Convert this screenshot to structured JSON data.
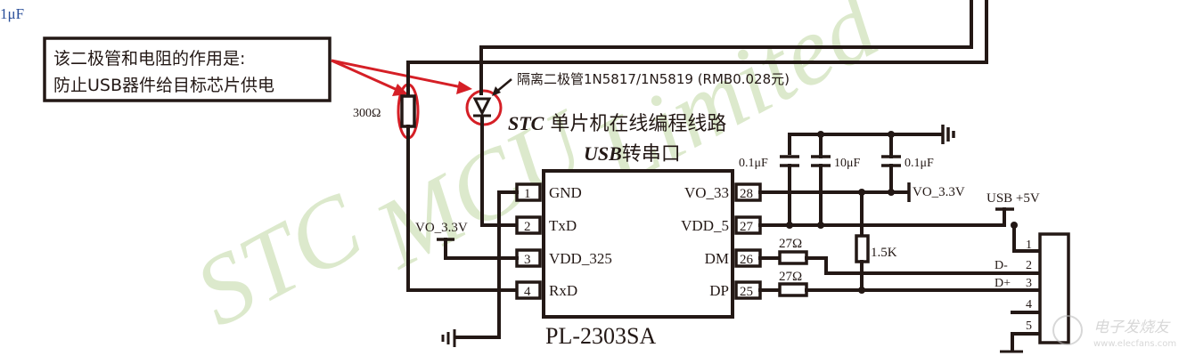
{
  "top_left_fragment": "1μF",
  "watermark": {
    "line1": "STC",
    "line2": "MCU",
    "line3": "Limited"
  },
  "note_box": {
    "line1": "该二极管和电阻的作用是:",
    "line2": "防止USB器件给目标芯片供电"
  },
  "resistor_300": {
    "label": "300Ω"
  },
  "diode": {
    "label": "隔离二极管1N5817/1N5819 (RMB0.028元)"
  },
  "title": {
    "line1_bold": "STC",
    "line1_rest": " 单片机在线编程线路",
    "line2_bold": "USB",
    "line2_rest": "转串口"
  },
  "chip": {
    "name": "PL-2303SA",
    "left_pins": [
      {
        "num": "1",
        "name": "GND"
      },
      {
        "num": "2",
        "name": "TxD"
      },
      {
        "num": "3",
        "name": "VDD_325"
      },
      {
        "num": "4",
        "name": "RxD"
      }
    ],
    "right_pins": [
      {
        "num": "28",
        "name": "VO_33"
      },
      {
        "num": "27",
        "name": "VDD_5"
      },
      {
        "num": "26",
        "name": "DM"
      },
      {
        "num": "25",
        "name": "DP"
      }
    ]
  },
  "vo33_left_label": "VO_3.3V",
  "vo33_right_label": "VO_3.3V",
  "capacitors": [
    {
      "label": "0.1μF"
    },
    {
      "label": "10μF"
    },
    {
      "label": "0.1μF"
    }
  ],
  "resistors": {
    "dm": "27Ω",
    "dp": "27Ω",
    "pullup": "1.5K"
  },
  "usb": {
    "supply_label": "USB +5V",
    "pins": [
      {
        "num": "1",
        "signal": ""
      },
      {
        "num": "2",
        "signal": "D-"
      },
      {
        "num": "3",
        "signal": "D+"
      },
      {
        "num": "4",
        "signal": ""
      },
      {
        "num": "5",
        "signal": ""
      }
    ]
  },
  "site_logo": {
    "name": "电子发烧友",
    "url_text": "www.elecfans.com"
  }
}
